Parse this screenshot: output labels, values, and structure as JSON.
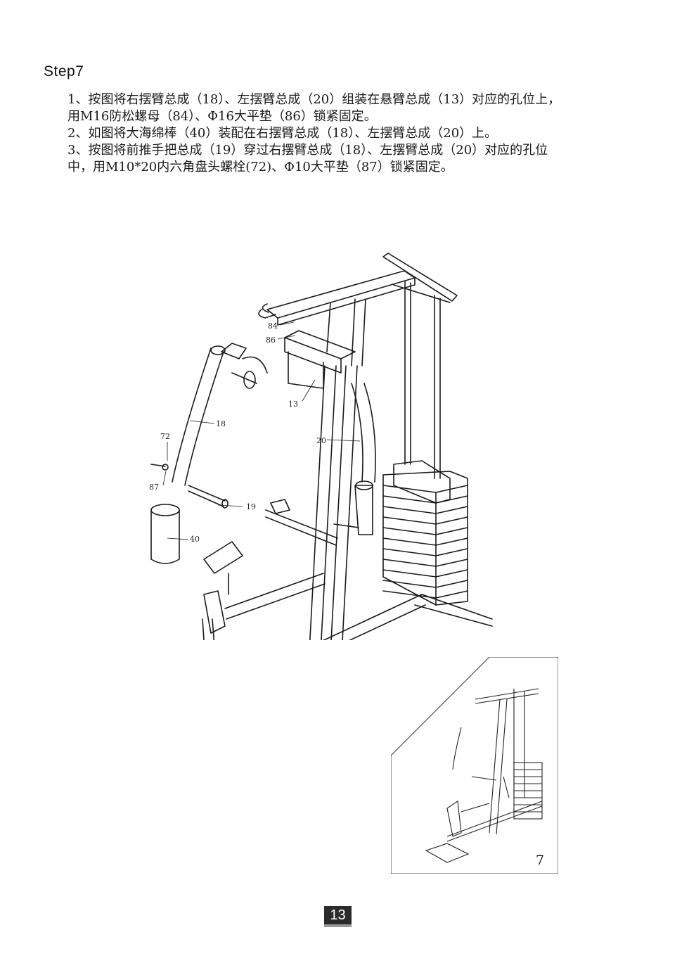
{
  "step_title": "Step7",
  "instructions": {
    "line1": "1、按图将右摆臂总成（18）、左摆臂总成（20）组装在悬臂总成（13）对应的孔位上，",
    "line2": "用M16防松螺母（84）、Φ16大平垫（86）锁紧固定。",
    "line3": "2、如图将大海绵棒（40）装配在右摆臂总成（18）、左摆臂总成（20）上。",
    "line4": "3、按图将前推手把总成（19）穿过右摆臂总成（18）、左摆臂总成（20）对应的孔位",
    "line5": "中，用M10*20内六角盘头螺栓(72)、Φ10大平垫（87）锁紧固定。"
  },
  "callouts": {
    "c84": "84",
    "c86": "86",
    "c13": "13",
    "c18": "18",
    "c20": "20",
    "c72": "72",
    "c87": "87",
    "c19": "19",
    "c40": "40"
  },
  "inset_label": "7",
  "page_number": "13"
}
